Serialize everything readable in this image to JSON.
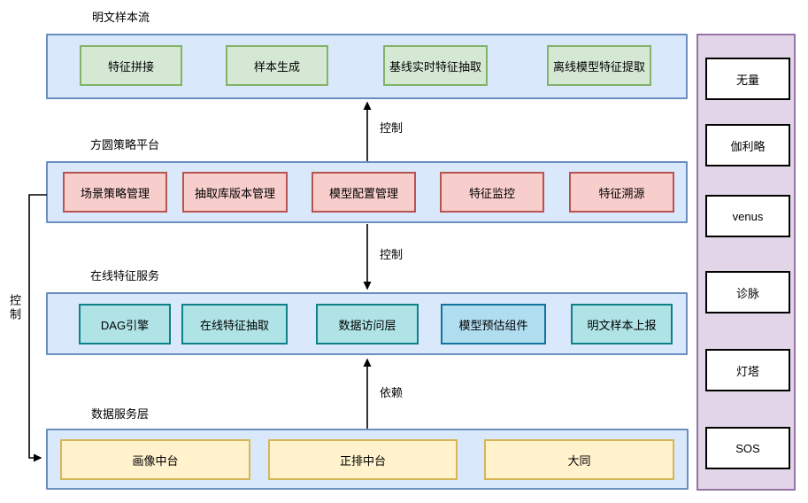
{
  "colors": {
    "container-fill": "#dae8fc",
    "container-stroke": "#6c8ebf",
    "green-fill": "#d5e8d4",
    "green-stroke": "#82b366",
    "red-fill": "#f8cecc",
    "red-stroke": "#b85450",
    "teal-fill": "#b0e3e6",
    "teal-stroke": "#0e8088",
    "blue-fill": "#b1ddf0",
    "blue-stroke": "#10739e",
    "yellow-fill": "#fff2cc",
    "yellow-stroke": "#d6b656",
    "purple-fill": "#e1d5e7",
    "purple-stroke": "#9673a6",
    "white-fill": "#ffffff",
    "white-stroke": "#000000",
    "arrow": "#000000"
  },
  "layers": [
    {
      "title": "明文样本流",
      "boxes": [
        {
          "label": "特征拼接"
        },
        {
          "label": "样本生成"
        },
        {
          "label": "基线实时特征抽取"
        },
        {
          "label": "离线模型特征提取"
        }
      ]
    },
    {
      "title": "方圆策略平台",
      "boxes": [
        {
          "label": "场景策略管理"
        },
        {
          "label": "抽取库版本管理"
        },
        {
          "label": "模型配置管理"
        },
        {
          "label": "特征监控"
        },
        {
          "label": "特征溯源"
        }
      ]
    },
    {
      "title": "在线特征服务",
      "boxes": [
        {
          "label": "DAG引擎"
        },
        {
          "label": "在线特征抽取"
        },
        {
          "label": "数据访问层"
        },
        {
          "label": "模型预估组件"
        },
        {
          "label": "明文样本上报"
        }
      ]
    },
    {
      "title": "数据服务层",
      "boxes": [
        {
          "label": "画像中台"
        },
        {
          "label": "正排中台"
        },
        {
          "label": "大同"
        }
      ]
    }
  ],
  "sidebar": {
    "items": [
      {
        "label": "无量"
      },
      {
        "label": "伽利略"
      },
      {
        "label": "venus"
      },
      {
        "label": "诊脉"
      },
      {
        "label": "灯塔"
      },
      {
        "label": "SOS"
      }
    ]
  },
  "arrows": [
    {
      "id": "control-to-sample-stream",
      "label": "控制",
      "direction": "up"
    },
    {
      "id": "control-to-online-service",
      "label": "控制",
      "direction": "down"
    },
    {
      "id": "depends-on-data-layer",
      "label": "依赖",
      "direction": "up"
    },
    {
      "id": "control-to-data-layer-left",
      "label": "控制",
      "direction": "elbow-down-right"
    }
  ]
}
